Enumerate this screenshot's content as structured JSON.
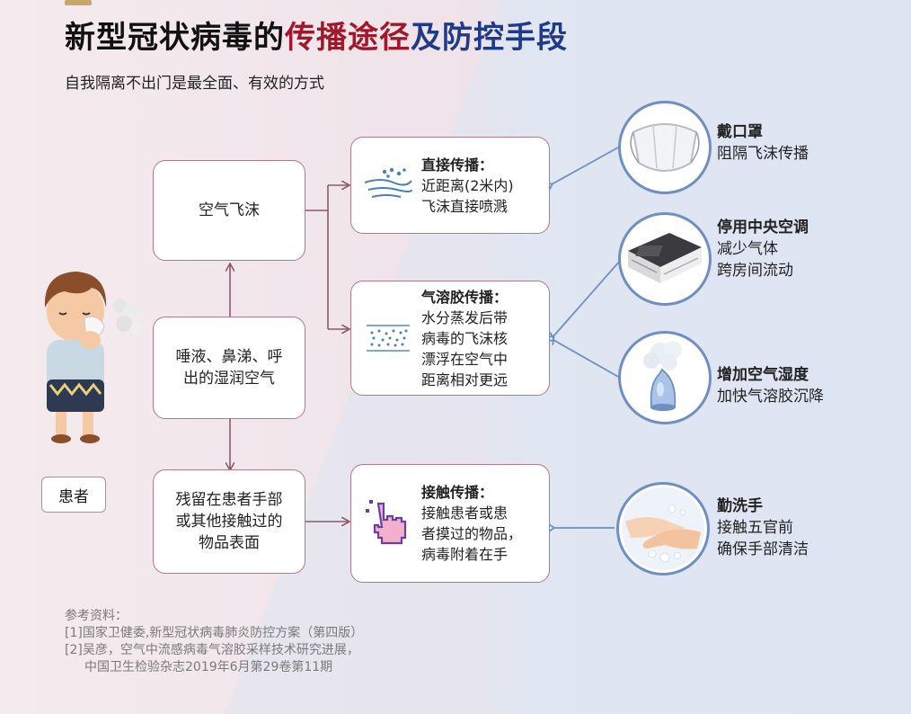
{
  "title": {
    "part1": "新型冠状病毒的",
    "part2": "传播途径",
    "part3": "及防控手段"
  },
  "subtitle": "自我隔离不出门是最全面、有效的方式",
  "patient": {
    "label": "患者"
  },
  "sources": [
    {
      "lines": [
        "空气飞沫"
      ]
    },
    {
      "lines": [
        "唾液、鼻涕、呼",
        "出的湿润空气"
      ]
    },
    {
      "lines": [
        "残留在患者手部",
        "或其他接触过的",
        "物品表面"
      ]
    }
  ],
  "routes": [
    {
      "title": "直接传播：",
      "lines": [
        "近距离(2米内)",
        "飞沫直接喷溅"
      ],
      "icon": "wind-droplets-icon"
    },
    {
      "title": "气溶胶传播：",
      "lines": [
        "水分蒸发后带",
        "病毒的飞沫核",
        "漂浮在空气中",
        "距离相对更远"
      ],
      "icon": "aerosol-icon"
    },
    {
      "title": "接触传播：",
      "lines": [
        "接触患者或患",
        "者摸过的物品，",
        "病毒附着在手"
      ],
      "icon": "pointing-hand-icon"
    }
  ],
  "prevention": [
    {
      "title": "戴口罩",
      "lines": [
        "阻隔飞沫传播"
      ],
      "icon": "mask-icon"
    },
    {
      "title": "停用中央空调",
      "lines": [
        "减少气体",
        "跨房间流动"
      ],
      "icon": "air-conditioner-icon"
    },
    {
      "title": "增加空气湿度",
      "lines": [
        "加快气溶胶沉降"
      ],
      "icon": "humidifier-icon"
    },
    {
      "title": "勤洗手",
      "lines": [
        "接触五官前",
        "确保手部清洁"
      ],
      "icon": "hand-washing-icon"
    }
  ],
  "references": {
    "heading": "参考资料：",
    "items": [
      "[1]国家卫健委,新型冠状病毒肺炎防控方案（第四版）",
      "[2]吴彦，空气中流感病毒气溶胶采样技术研究进展，",
      "中国卫生检验杂志2019年6月第29卷第11期"
    ]
  },
  "colors": {
    "title_dark": "#111111",
    "title_red": "#a0182b",
    "title_blue": "#1f3a8a",
    "box_border": "#b07a86",
    "arrow_left": "#8a5a66",
    "arrow_right": "#6f8fc0",
    "bg_left": "#f2e4e8",
    "bg_right": "#dfe6f2"
  }
}
